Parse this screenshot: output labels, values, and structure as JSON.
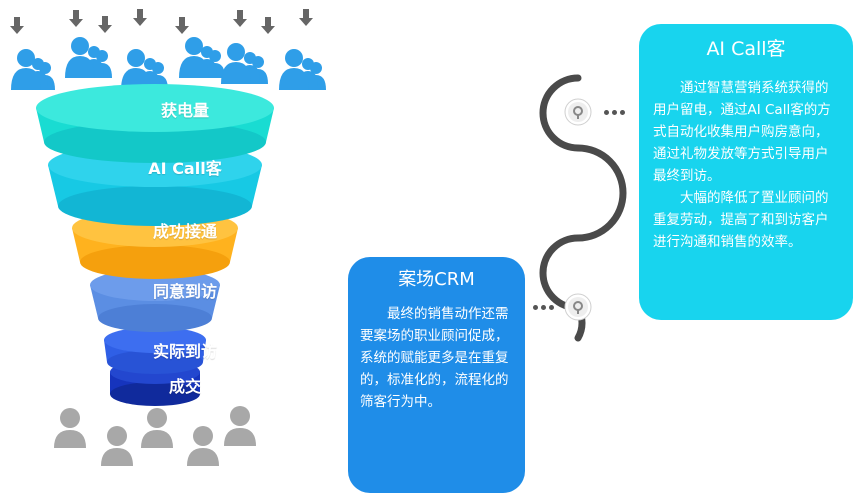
{
  "funnel": {
    "stages": [
      {
        "label": "获电量",
        "color": "#19dcd2"
      },
      {
        "label": "AI Call客",
        "color": "#17c9e4"
      },
      {
        "label": "成功接通",
        "color": "#ffb21e"
      },
      {
        "label": "同意到访",
        "color": "#5b8ee3"
      },
      {
        "label": "实际到访",
        "color": "#2f5fe6"
      },
      {
        "label": "成交",
        "color": "#1634bd"
      }
    ]
  },
  "ai_card": {
    "title": "AI Call客",
    "paragraphs": [
      "通过智慧营销系统获得的用户留电，通过AI Call客的方式自动化收集用户购房意向，通过礼物发放等方式引导用户最终到访。",
      "大幅的降低了置业顾问的重复劳动，提高了和到访客户进行沟通和销售的效率。"
    ]
  },
  "crm_card": {
    "title": "案场CRM",
    "paragraphs": [
      "最终的销售动作还需要案场的职业顾问促成，系统的赋能更多是在重复的，标准化的，流程化的筛客行为中。"
    ]
  },
  "colors": {
    "ai_card": "#18d4ee",
    "crm_card": "#1f8de8",
    "people_blue": "#2f9ee8",
    "people_gray": "#a8a8a8",
    "arrow": "#666666",
    "curve": "#4a4a4a"
  }
}
